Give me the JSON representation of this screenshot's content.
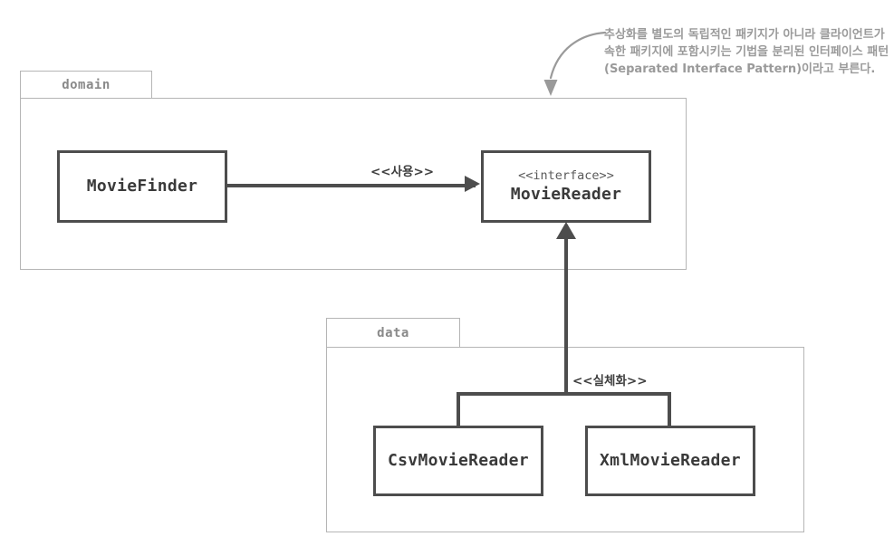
{
  "diagram": {
    "title": "Separated Interface Pattern UML class diagram",
    "colors": {
      "package_border": "#b5b5b5",
      "package_label": "#8a8a8a",
      "class_border": "#4d4d4d",
      "class_text": "#3a3a3a",
      "connector": "#4d4d4d",
      "annotation_text": "#9a9a9a",
      "background": "#ffffff"
    },
    "packages": [
      {
        "id": "domain",
        "label": "domain"
      },
      {
        "id": "data",
        "label": "data"
      }
    ],
    "classes": [
      {
        "id": "movie-finder",
        "stereotype": "",
        "name": "MovieFinder"
      },
      {
        "id": "movie-reader",
        "stereotype": "<<interface>>",
        "name": "MovieReader"
      },
      {
        "id": "csv-movie-reader",
        "stereotype": "",
        "name": "CsvMovieReader"
      },
      {
        "id": "xml-movie-reader",
        "stereotype": "",
        "name": "XmlMovieReader"
      }
    ],
    "relations": [
      {
        "id": "usage",
        "label": "<<사용>>",
        "from": "MovieFinder",
        "to": "MovieReader",
        "kind": "dependency"
      },
      {
        "id": "realization",
        "label": "<<실체화>>",
        "from": "CsvMovieReader, XmlMovieReader",
        "to": "MovieReader",
        "kind": "realization"
      }
    ],
    "annotation": {
      "id": "separated-interface-note",
      "text": "추상화를 별도의 독립적인 패키지가 아니라 클라이언트가\n속한 패키지에 포함시키는 기법을 분리된 인터페이스 패턴\n(Separated Interface Pattern)이라고 부른다."
    }
  }
}
